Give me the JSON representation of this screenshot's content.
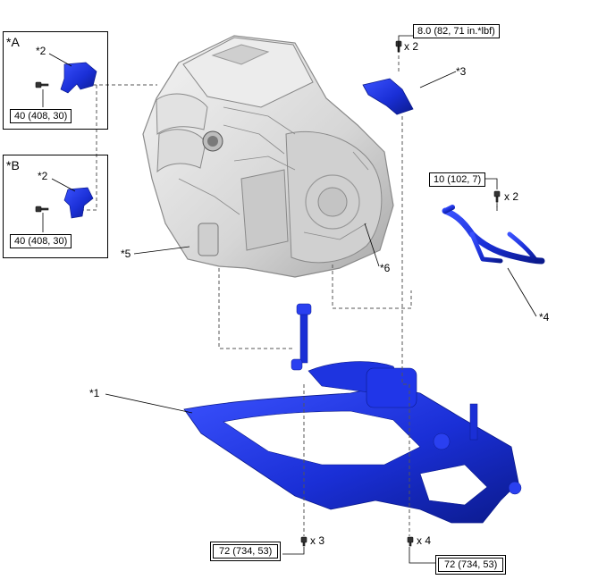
{
  "insets": {
    "a": {
      "label": "*A",
      "part": "*2",
      "torque": "40 (408, 30)"
    },
    "b": {
      "label": "*B",
      "part": "*2",
      "torque": "40 (408, 30)"
    }
  },
  "callouts": {
    "p1": "*1",
    "p3": "*3",
    "p4": "*4",
    "p5": "*5",
    "p6": "*6"
  },
  "torques": {
    "bracket_top": {
      "value": "8.0 (82, 71 in.*lbf)",
      "qty": "x 2"
    },
    "harness": {
      "value": "10 (102, 7)",
      "qty": "x 2"
    },
    "frame_left": {
      "value": "72 (734, 53)",
      "qty": "x 3"
    },
    "frame_right": {
      "value": "72 (734, 53)",
      "qty": "x 4"
    }
  },
  "colors": {
    "part_blue": "#1a2fd6",
    "part_blue_dark": "#0b1a8c",
    "engine_gray": "#d9d9d9",
    "engine_edge": "#8a8a8a"
  }
}
